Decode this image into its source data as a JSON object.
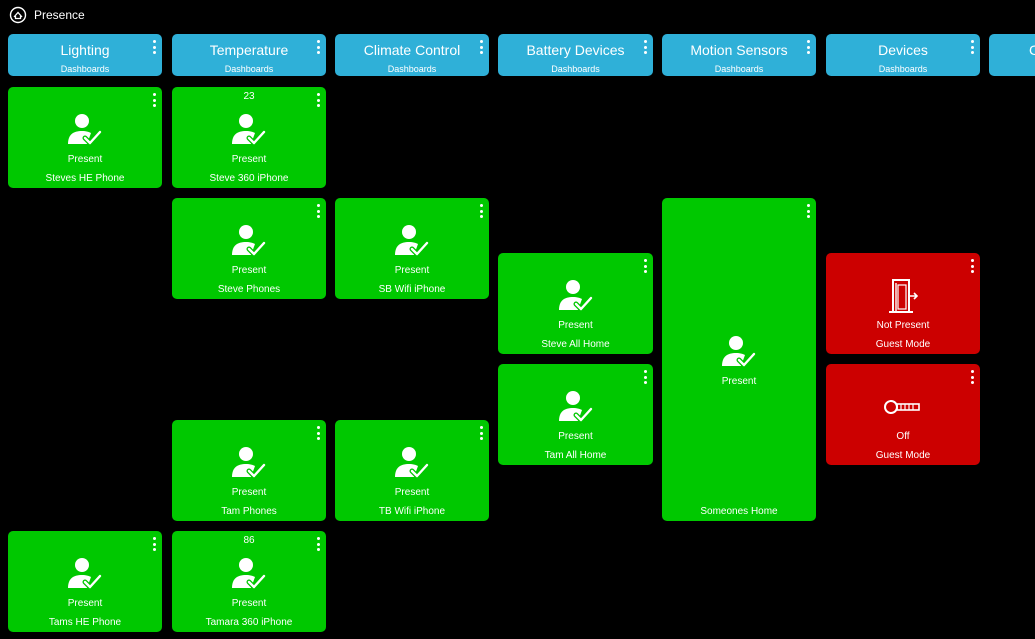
{
  "header": {
    "title": "Presence"
  },
  "dashboards": [
    {
      "title": "Lighting",
      "sub": "Dashboards"
    },
    {
      "title": "Temperature",
      "sub": "Dashboards"
    },
    {
      "title": "Climate Control",
      "sub": "Dashboards"
    },
    {
      "title": "Battery Devices",
      "sub": "Dashboards"
    },
    {
      "title": "Motion Sensors",
      "sub": "Dashboards"
    },
    {
      "title": "Devices",
      "sub": "Dashboards"
    },
    {
      "title": "C",
      "sub": ""
    }
  ],
  "tiles": [
    {
      "state": "Present",
      "label": "Steves HE Phone",
      "top": ""
    },
    {
      "state": "Present",
      "label": "Steve 360 iPhone",
      "top": "23"
    },
    {
      "state": "Present",
      "label": "Steve Phones",
      "top": ""
    },
    {
      "state": "Present",
      "label": "SB Wifi iPhone",
      "top": ""
    },
    {
      "state": "Present",
      "label": "Steve All Home",
      "top": ""
    },
    {
      "state": "Present",
      "label": "Someones Home",
      "top": ""
    },
    {
      "state": "Not Present",
      "label": "Guest Mode",
      "top": ""
    },
    {
      "state": "Present",
      "label": "Tam All Home",
      "top": ""
    },
    {
      "state": "Off",
      "label": "Guest Mode",
      "top": ""
    },
    {
      "state": "Present",
      "label": "Tam Phones",
      "top": ""
    },
    {
      "state": "Present",
      "label": "TB Wifi iPhone",
      "top": ""
    },
    {
      "state": "Present",
      "label": "Tams HE Phone",
      "top": ""
    },
    {
      "state": "Present",
      "label": "Tamara 360 iPhone",
      "top": "86"
    }
  ],
  "colors": {
    "blue": "#2fb0d8",
    "green": "#00c800",
    "red": "#cc0000",
    "background": "#000000"
  },
  "icons": {
    "presence": "person-check-icon",
    "door": "door-exit-icon",
    "key": "key-icon",
    "menu": "vertical-dots-icon"
  }
}
